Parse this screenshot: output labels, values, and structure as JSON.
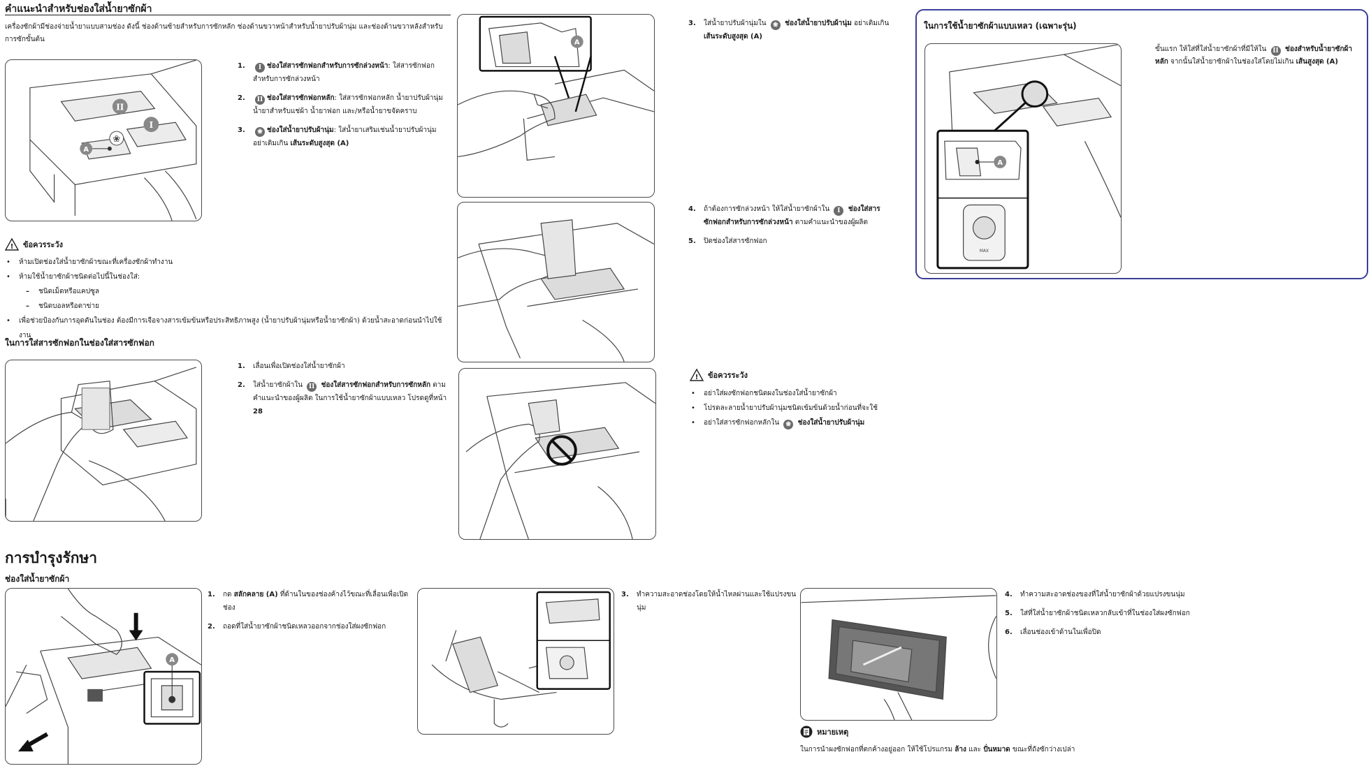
{
  "dispenser_overview": {
    "title": "คำแนะนำสำหรับช่องใส่น้ำยาซักผ้า",
    "intro": "เครื่องซักผ้ามีช่องจ่ายน้ำยาแบบสามช่อง ดังนี้ ช่องด้านซ้ายสำหรับการซักหลัก ช่องด้านขวาหน้าสำหรับน้ำยาปรับผ้านุ่ม และช่องด้านขวาหลังสำหรับการซักขั้นต้น",
    "steps": [
      {
        "num": "1.",
        "glyph": "I",
        "label": "ช่องใส่สารซักฟอกสำหรับการซักล่วงหน้า",
        "text": ": ใส่สารซักฟอกสำหรับการซักล่วงหน้า"
      },
      {
        "num": "2.",
        "glyph": "II",
        "label": "ช่องใส่สารซักฟอกหลัก",
        "text": ": ใส่สารซักฟอกหลัก น้ำยาปรับผ้านุ่ม น้ำยาสำหรับแช่ผ้า น้ำยาฟอก และ/หรือน้ำยาขจัดคราบ"
      },
      {
        "num": "3.",
        "glyph": "❀",
        "label": "ช่องใส่น้ำยาปรับผ้านุ่ม",
        "text": ": ใส่น้ำยาเสริมเช่นน้ำยาปรับผ้านุ่ม อย่าเติมเกิน ",
        "tail": "เส้นระดับสูงสุด (A)"
      }
    ],
    "figure_label_A": "A",
    "figure_label_I": "I",
    "figure_label_II": "II"
  },
  "caution1": {
    "title": "ข้อควรระวัง",
    "items": [
      {
        "text": "ห้ามเปิดช่องใส่น้ำยาซักผ้าขณะที่เครื่องซักผ้าทำงาน",
        "sub": false
      },
      {
        "text": "ห้ามใช้น้ำยาซักผ้าชนิดต่อไปนี้ในช่องใส่:",
        "sub": false
      },
      {
        "text": "ชนิดเม็ดหรือแคปซูล",
        "sub": true
      },
      {
        "text": "ชนิดบอลหรือตาข่าย",
        "sub": true
      },
      {
        "text": "เพื่อช่วยป้องกันการอุดตันในช่อง ต้องมีการเจือจางสารเข้มข้นหรือประสิทธิภาพสูง (น้ำยาปรับผ้านุ่มหรือน้ำยาซักผ้า) ด้วยน้ำสะอาดก่อนนำไปใช้งาน",
        "sub": false
      }
    ]
  },
  "adding_detergent": {
    "title": "ในการใส่สารซักฟอกในช่องใส่สารซักฟอก",
    "steps": [
      {
        "num": "1.",
        "text": "เลื่อนเพื่อเปิดช่องใส่น้ำยาซักผ้า"
      },
      {
        "num": "2.",
        "pre": "ใส่น้ำยาซักผ้าใน ",
        "glyph": "II",
        "label": " ช่องใส่สารซักฟอกสำหรับการซักหลัก",
        "text": " ตามคำแนะนำของผู้ผลิต ในการใช้น้ำยาซักผ้าแบบเหลว โปรดดูที่หน้า ",
        "tail": "28"
      }
    ]
  },
  "middle_steps": {
    "step3": {
      "num": "3.",
      "pre": "ใส่น้ำยาปรับผ้านุ่มใน ",
      "glyph": "❀",
      "label": " ช่องใส่น้ำยาปรับผ้านุ่ม",
      "text": " อย่าเติมเกิน ",
      "tail": "เส้นระดับสูงสุด (A)"
    },
    "step4": {
      "num": "4.",
      "pre": "ถ้าต้องการซักล่วงหน้า ให้ใส่น้ำยาซักผ้าใน ",
      "glyph": "I",
      "label": " ช่องใส่สารซักฟอกสำหรับการซักล่วงหน้า",
      "text": " ตามคำแนะนำของผู้ผลิต"
    },
    "step5": {
      "num": "5.",
      "text": "ปิดช่องใส่สารซักฟอก"
    },
    "figure_label_A": "A"
  },
  "caution2": {
    "title": "ข้อควรระวัง",
    "items": [
      {
        "text": "อย่าใส่ผงซักฟอกชนิดผงในช่องใส่น้ำยาซักผ้า"
      },
      {
        "text": "โปรดละลายน้ำยาปรับผ้านุ่มชนิดเข้มข้นด้วยน้ำก่อนที่จะใช้"
      },
      {
        "text": "อย่าใส่สารซักฟอกหลักใน ",
        "glyph": "❀",
        "label": " ช่องใส่น้ำยาปรับผ้านุ่ม"
      }
    ]
  },
  "liquid_detergent": {
    "title": "ในการใช้น้ำยาซักผ้าแบบเหลว (เฉพาะรุ่น)",
    "pre": "ขั้นแรก ให้ใส่ที่ใส่น้ำยาซักผ้าที่มีให้ใน ",
    "glyph": "II",
    "label": " ช่องสำหรับน้ำยาซักผ้าหลัก",
    "text": " จากนั้นใส่น้ำยาซักผ้าในช่องใส่โดยไม่เกิน ",
    "tail": "เส้นสูงสุด (A)",
    "figure_label_A": "A",
    "figure_label_max": "MAX"
  },
  "maintenance": {
    "title": "การบำรุงรักษา",
    "subtitle": "ช่องใส่น้ำยาซักผ้า",
    "steps_a": [
      {
        "num": "1.",
        "pre": "กด ",
        "label": "สลักคลาย (A)",
        "text": " ที่ด้านในของช่องค้างไว้ขณะที่เลื่อนเพื่อเปิดช่อง"
      },
      {
        "num": "2.",
        "text": "ถอดที่ใส่น้ำยาซักผ้าชนิดเหลวออกจากช่องใส่ผงซักฟอก"
      }
    ],
    "steps_b": [
      {
        "num": "3.",
        "text": "ทำความสะอาดช่องโดยให้น้ำไหลผ่านและใช้แปรงขนนุ่ม"
      }
    ],
    "steps_c": [
      {
        "num": "4.",
        "text": "ทำความสะอาดช่องของที่ใส่น้ำยาซักผ้าด้วยแปรงขนนุ่ม"
      },
      {
        "num": "5.",
        "text": "ใส่ที่ใส่น้ำยาซักผ้าชนิดเหลวกลับเข้าที่ในช่องใส่ผงซักฟอก"
      },
      {
        "num": "6.",
        "text": "เลื่อนช่องเข้าด้านในเพื่อปิด"
      }
    ],
    "figure_label_A": "A",
    "note_title": "หมายเหตุ",
    "note_pre": "ในการนำผงซักฟอกที่ตกค้างอยู่ออก ให้ใช้โปรแกรม ",
    "note_b1": "ล้าง",
    "note_mid": " และ ",
    "note_b2": "ปั่นหมาด",
    "note_post": " ขณะที่ถังซักว่างเปล่า"
  }
}
